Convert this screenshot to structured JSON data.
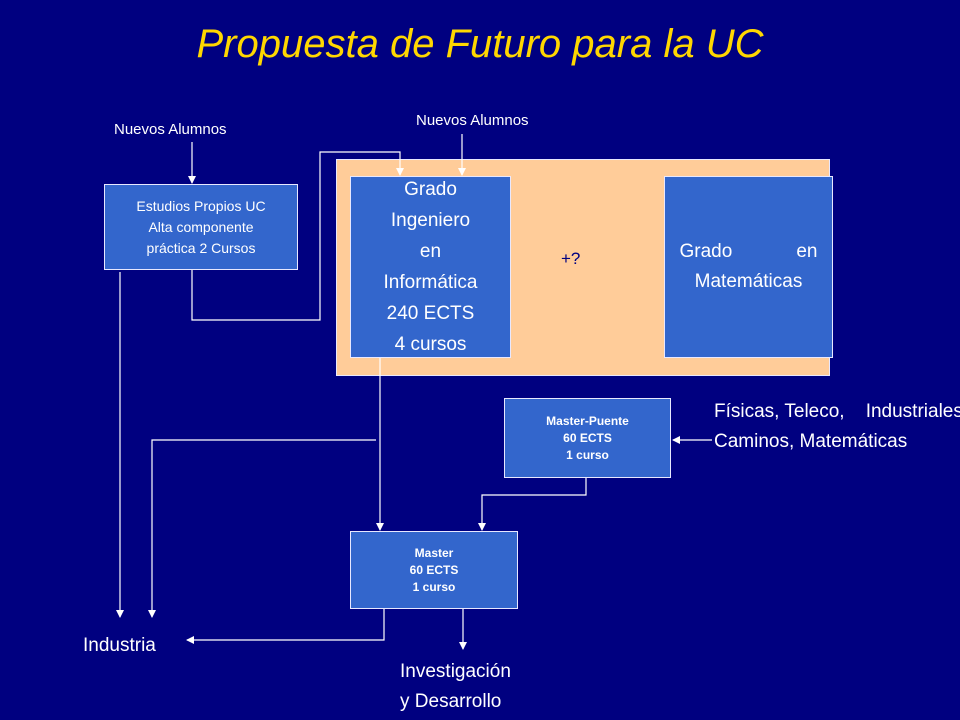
{
  "title": "Propuesta de Futuro para la UC",
  "labels": {
    "nuevos_alumnos_left": "Nuevos Alumnos",
    "nuevos_alumnos_right": "Nuevos Alumnos",
    "plus": "+?",
    "industria": "Industria",
    "investigacion_line1": "Investigación",
    "investigacion_line2": "y Desarrollo",
    "origen_line1": "Físicas, Teleco,    Industriales,",
    "origen_line2": "Caminos, Matemáticas"
  },
  "boxes": {
    "estudios_propios": [
      "Estudios Propios UC",
      "Alta componente",
      "práctica   2 Cursos"
    ],
    "grado_informatica": [
      "Grado",
      "Ingeniero",
      "en",
      "Informática",
      "240 ECTS",
      "4 cursos"
    ],
    "grado_matematicas": {
      "w1": "Grado",
      "w2": "en",
      "line2": "Matemáticas"
    },
    "master_puente": [
      "Master-Puente",
      "60 ECTS",
      "1 curso"
    ],
    "master": [
      "Master",
      "60 ECTS",
      "1 curso"
    ]
  }
}
